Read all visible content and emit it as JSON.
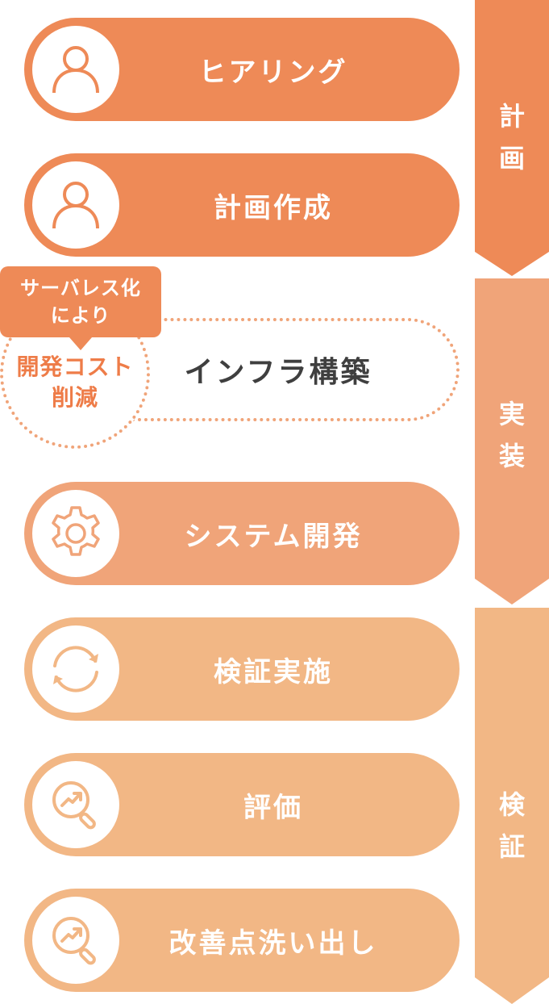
{
  "colors": {
    "plan": "#EE8A57",
    "implement": "#F0A479",
    "verify": "#F2B785",
    "badge_text": "#EE7C48",
    "infra_text": "#3f3f3f"
  },
  "steps": [
    {
      "label": "ヒアリング",
      "icon": "person-icon",
      "phase": "plan"
    },
    {
      "label": "計画作成",
      "icon": "person-icon",
      "phase": "plan"
    },
    {
      "label": "インフラ構築",
      "icon": "none",
      "phase": "implement",
      "style": "dotted"
    },
    {
      "label": "システム開発",
      "icon": "gear-icon",
      "phase": "implement"
    },
    {
      "label": "検証実施",
      "icon": "refresh-icon",
      "phase": "verify"
    },
    {
      "label": "評価",
      "icon": "search-chart-icon",
      "phase": "verify"
    },
    {
      "label": "改善点洗い出し",
      "icon": "search-chart-icon",
      "phase": "verify"
    }
  ],
  "callout": {
    "line1": "サーバレス化",
    "line2": "により"
  },
  "badge": {
    "line1": "開発コスト",
    "line2": "削減"
  },
  "phases": [
    {
      "chars": [
        "計",
        "画"
      ]
    },
    {
      "chars": [
        "実",
        "装"
      ]
    },
    {
      "chars": [
        "検",
        "証"
      ]
    }
  ]
}
